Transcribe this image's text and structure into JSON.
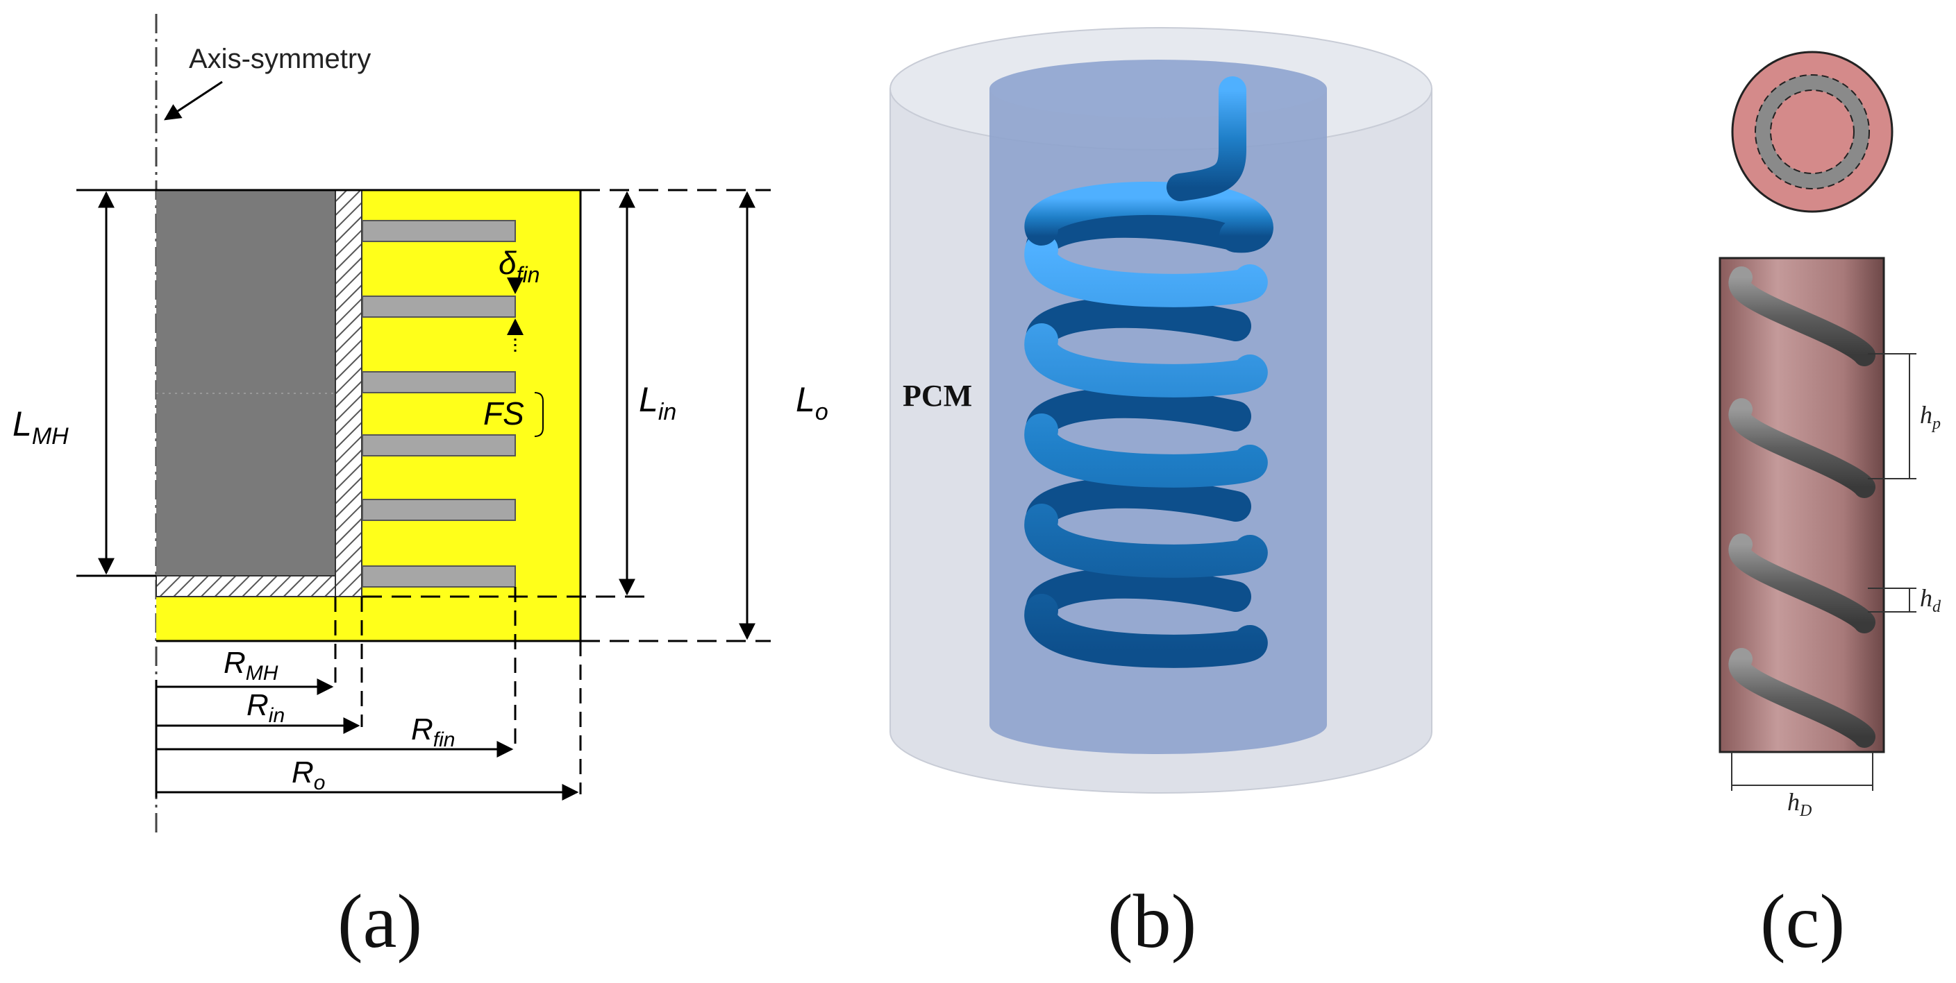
{
  "panel_a": {
    "caption": "(a)",
    "axis_label": "Axis-symmetry",
    "L_MH": {
      "main": "L",
      "sub": "MH"
    },
    "L_in": {
      "main": "L",
      "sub": "in"
    },
    "L_o": {
      "main": "L",
      "sub": "o"
    },
    "delta_fin": {
      "main": "δ",
      "sub": "fin"
    },
    "FS": "FS",
    "R_MH": {
      "main": "R",
      "sub": "MH"
    },
    "R_in": {
      "main": "R",
      "sub": "in"
    },
    "R_fin": {
      "main": "R",
      "sub": "fin"
    },
    "R_o": {
      "main": "R",
      "sub": "o"
    },
    "colors": {
      "metal_hydride": "#7a7a7a",
      "pcm": "#ffff1a",
      "fin": "#a6a6a6"
    }
  },
  "panel_b": {
    "caption": "(b)",
    "pcm_label": "PCM",
    "colors": {
      "coil": "#1f7fc8",
      "inner_cylinder": "#7f9ac6",
      "outer_cylinder": "#d9dde6"
    }
  },
  "panel_c": {
    "caption": "(c)",
    "h_p": {
      "main": "h",
      "sub": "p"
    },
    "h_d": {
      "main": "h",
      "sub": "d"
    },
    "h_D": {
      "main": "h",
      "sub": "D"
    },
    "colors": {
      "tube": "#a77474",
      "coil": "#5e5e5e",
      "ring_outer": "#d48a8a"
    }
  }
}
